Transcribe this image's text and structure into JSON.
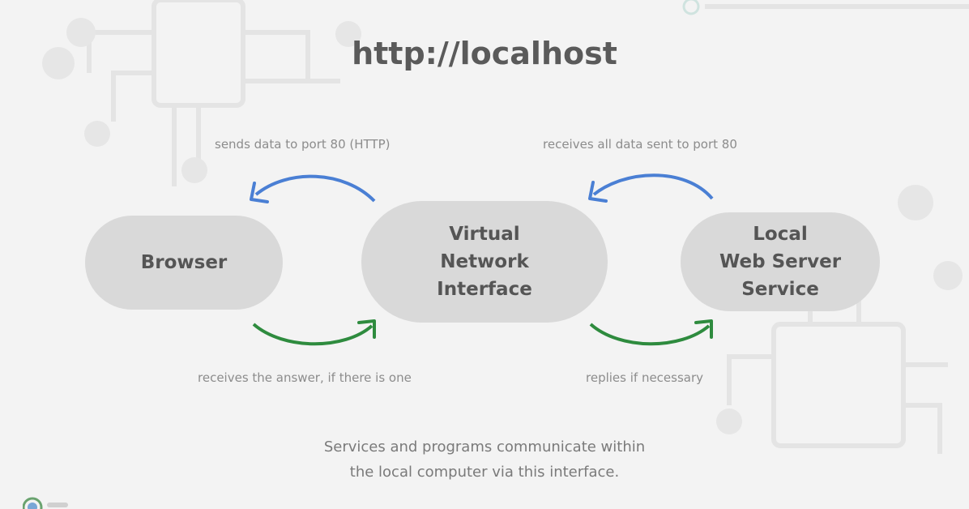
{
  "title": "http://localhost",
  "nodes": {
    "browser": "Browser",
    "vni": [
      "Virtual",
      "Network",
      "Interface"
    ],
    "local": [
      "Local",
      "Web Server",
      "Service"
    ]
  },
  "edges": {
    "top_left": "sends data to port 80 (HTTP)",
    "top_right": "receives all data sent to port 80",
    "bottom_left": "receives the answer, if there is one",
    "bottom_right": "replies if necessary"
  },
  "caption": [
    "Services and programs communicate within",
    "the local computer via this interface."
  ],
  "colors": {
    "background": "#f3f3f3",
    "node_fill": "#d9d9d9",
    "request_arrow": "#4a7fd4",
    "response_arrow": "#2e8b3e"
  }
}
